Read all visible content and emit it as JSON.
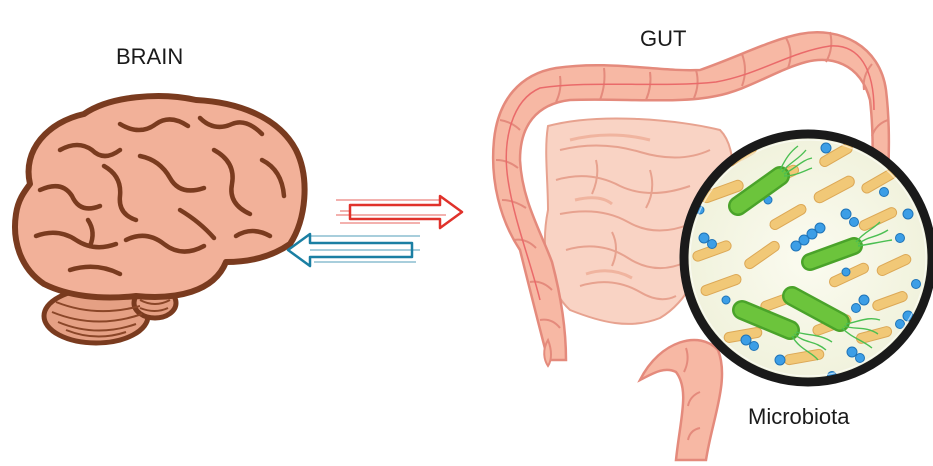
{
  "labels": {
    "brain": "BRAIN",
    "gut": "GUT",
    "microbiota": "Microbiota"
  },
  "icons": {
    "brain": "brain-icon",
    "intestine": "intestine-icon",
    "magnifier": "microbiota-magnifier-icon",
    "arrow_to_gut": "arrow-right-icon",
    "arrow_to_brain": "arrow-left-icon"
  },
  "colors": {
    "brain_fill": "#f2b199",
    "brain_outline": "#7a3b1f",
    "colon_fill": "#f7b8a4",
    "colon_outline": "#e48a7c",
    "small_intestine_fill": "#f9d3c4",
    "arrow_to_gut": "#e0322b",
    "arrow_to_brain": "#1a7fa3",
    "bacteria_green": "#6cc43c",
    "bacteria_yellow": "#f1c877",
    "bacteria_blue": "#3c9ee6",
    "magnifier_ring": "#1a1a1a"
  }
}
